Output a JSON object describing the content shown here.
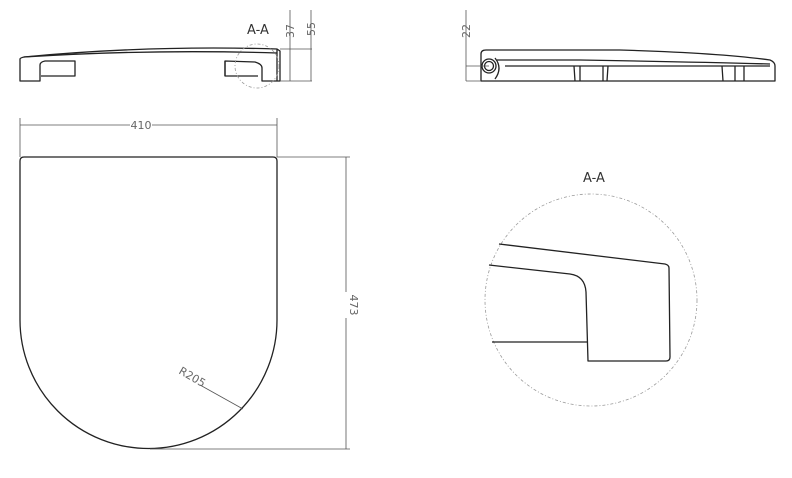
{
  "views": {
    "section_label_top": "A-A",
    "section_label_detail": "A-A"
  },
  "dimensions": {
    "front_height_inner": "37",
    "front_height_outer": "55",
    "side_hinge_height": "22",
    "width": "410",
    "length": "473",
    "radius": "R205"
  }
}
